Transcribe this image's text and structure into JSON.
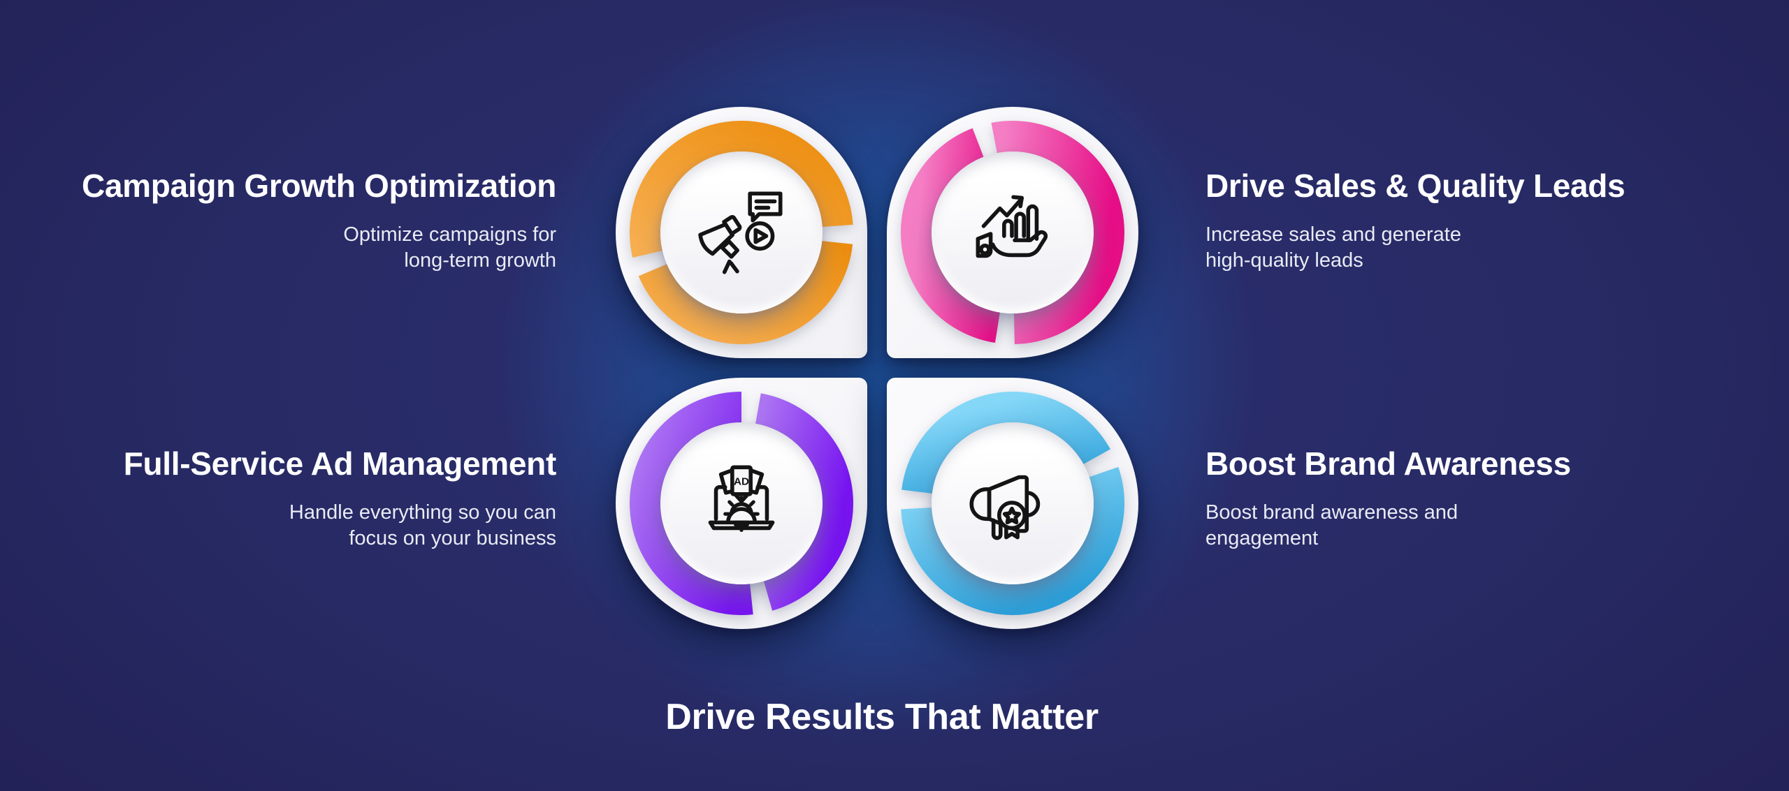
{
  "items": [
    {
      "id": "campaign-growth-optimization",
      "position": "top-left",
      "title": "Campaign Growth Optimization",
      "desc": "Optimize campaigns for\nlong-term growth",
      "ring_color_light": "#F7AE50",
      "ring_color_dark": "#EC8E0F",
      "icon": "megaphone-announcement-icon"
    },
    {
      "id": "drive-sales-quality-leads",
      "position": "top-right",
      "title": "Drive Sales & Quality Leads",
      "desc": "Increase sales and generate\nhigh-quality leads",
      "ring_color_light": "#F47DC4",
      "ring_color_dark": "#E60E86",
      "icon": "sales-growth-hand-icon"
    },
    {
      "id": "full-service-ad-management",
      "position": "bottom-left",
      "title": "Full-Service Ad Management",
      "desc": "Handle everything so you can\nfocus on your business",
      "ring_color_light": "#AC74F2",
      "ring_color_dark": "#7714F0",
      "icon": "laptop-ad-management-icon",
      "icon_label": "AD"
    },
    {
      "id": "boost-brand-awareness",
      "position": "bottom-right",
      "title": "Boost Brand Awareness",
      "desc": "Boost brand awareness and\nengagement",
      "ring_color_light": "#85D7F7",
      "ring_color_dark": "#2B9FD9",
      "icon": "megaphone-award-icon"
    }
  ],
  "footer": {
    "title": "Drive Results That Matter"
  },
  "colors": {
    "background": "#272A64",
    "background_center_glow": "#2156A2",
    "card_white": "#F6F6F8",
    "title_text": "#FFFFFF",
    "subtitle_text": "#E9EBF5",
    "icon_stroke": "#141414"
  }
}
